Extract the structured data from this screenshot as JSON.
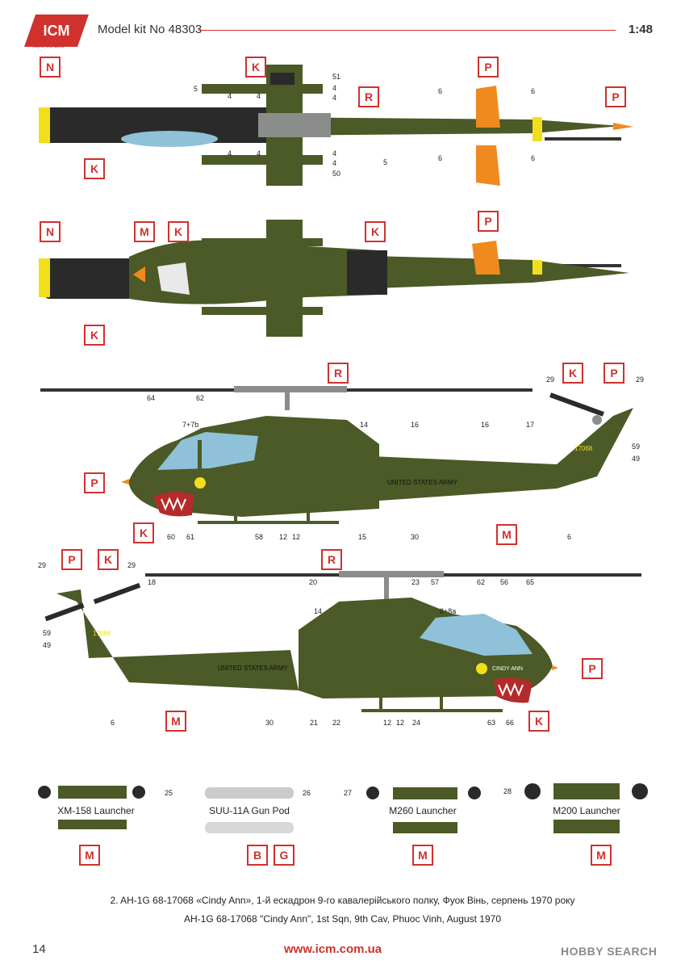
{
  "header": {
    "logo_text": "ICM",
    "logo_slogan": "Not in the Best",
    "title": "Model kit No 48303",
    "scale": "1:48"
  },
  "colors": {
    "olive": "#4b5a26",
    "olive_dark": "#3a461d",
    "black_panel": "#2a2a2a",
    "orange": "#f08a1e",
    "yellow": "#f2df1c",
    "canopy": "#8fc1d9",
    "grey": "#8a8d8a",
    "red_accent": "#d0312d"
  },
  "views": {
    "top": {
      "tags": [
        "N",
        "K",
        "R",
        "P",
        "P",
        "K"
      ],
      "numbers": [
        "51",
        "5",
        "4",
        "4",
        "4",
        "4",
        "6",
        "6",
        "4",
        "4",
        "4",
        "4",
        "5",
        "50",
        "6",
        "6"
      ]
    },
    "bottom": {
      "tags": [
        "N",
        "M",
        "K",
        "K",
        "P",
        "K"
      ]
    },
    "right_side": {
      "tags": [
        "R",
        "K",
        "P",
        "P",
        "M",
        "K"
      ],
      "numbers": [
        "64",
        "62",
        "7+7b",
        "14",
        "16",
        "16",
        "17",
        "29",
        "29",
        "59",
        "49",
        "60",
        "61",
        "58",
        "12",
        "12",
        "15",
        "30",
        "6"
      ],
      "fuselage_text": "UNITED STATES ARMY",
      "tail_number": "17068"
    },
    "left_side": {
      "tags": [
        "P",
        "K",
        "R",
        "M",
        "P",
        "K"
      ],
      "numbers": [
        "29",
        "29",
        "59",
        "49",
        "18",
        "20",
        "14",
        "23",
        "57",
        "62",
        "56",
        "65",
        "8+8a",
        "6",
        "30",
        "21",
        "22",
        "12",
        "12",
        "24",
        "63",
        "66"
      ],
      "fuselage_text": "UNITED STATES ARMY",
      "tail_number": "17068",
      "nose_name": "CINDY ANN"
    }
  },
  "weapons": [
    {
      "label": "XM-158 Launcher",
      "tag": "M"
    },
    {
      "label": "SUU-11A Gun Pod",
      "tag_a": "B",
      "tag_b": "G",
      "num_left": "25",
      "num_right": "26"
    },
    {
      "label": "M260 Launcher",
      "tag": "M",
      "num_left": "27"
    },
    {
      "label": "M200 Launcher",
      "tag": "M",
      "num_left": "28"
    }
  ],
  "caption": {
    "ua": "2. AH-1G 68-17068 «Cindy Ann», 1-й ескадрон 9-го кавалерійського полку, Фуок Вінь, серпень 1970 року",
    "en": "AH-1G 68-17068 \"Cindy Ann\", 1st Sqn, 9th Cav, Phuoc Vinh, August 1970"
  },
  "footer": {
    "page": "14",
    "url": "www.icm.com.ua",
    "watermark": "HOBBY SEARCH"
  }
}
